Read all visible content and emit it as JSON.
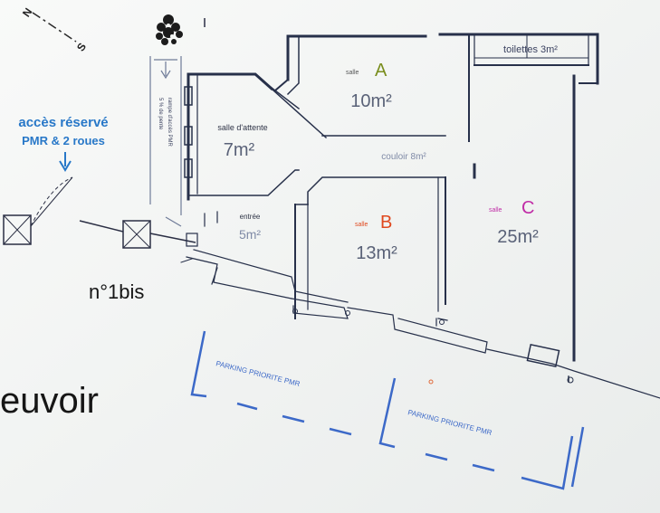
{
  "compass": {
    "north": "N",
    "south": "S"
  },
  "access_note": {
    "line1": "accès réservé",
    "line2": "PMR & 2 roues"
  },
  "street_number": "n°1bis",
  "street_name_fragment": "euvoir",
  "rooms": {
    "salle_a": {
      "prefix": "salle",
      "letter": "A",
      "area": "10m²"
    },
    "salle_b": {
      "prefix": "salle",
      "letter": "B",
      "area": "13m²"
    },
    "salle_c": {
      "prefix": "salle",
      "letter": "C",
      "area": "25m²"
    },
    "salle_attente": {
      "name": "salle d'attente",
      "area": "7m²"
    },
    "entree": {
      "name": "entrée",
      "area": "5m²"
    },
    "couloir": {
      "name": "couloir 8m²"
    },
    "toilettes": {
      "name": "toilettes 3m²"
    }
  },
  "vertical_notes": {
    "line1": "5 % de pente",
    "line2": "rampe d'accès PMR"
  },
  "parking": {
    "label1": "PARKING PRIORITE PMR",
    "label2": "PARKING PRIORITE PMR"
  },
  "colors": {
    "wall": "#27304a",
    "wall_light": "#7f8aa6",
    "blue_text": "#2878c8",
    "parking_blue": "#3c69c8",
    "letter_a": "#7a8e1e",
    "letter_b": "#e0481e",
    "letter_c": "#c02ca6"
  }
}
